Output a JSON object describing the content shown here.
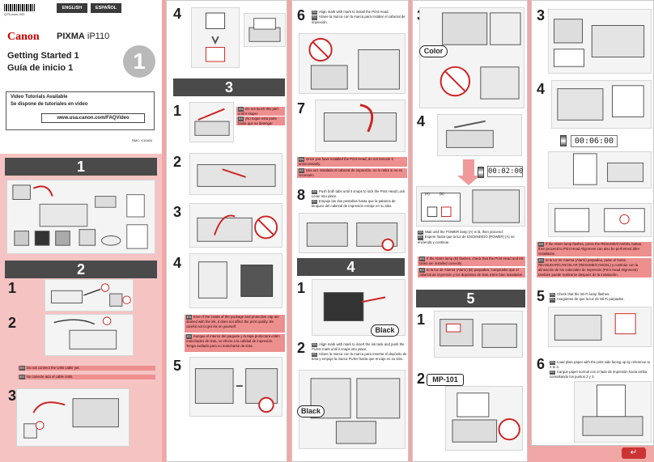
{
  "header": {
    "barcode_text": "QT5-xxxx-V01",
    "lang_en": "ENGLISH",
    "lang_es": "ESPAÑOL",
    "brand": "Canon",
    "product_prefix": "PIXMA",
    "product_model": "iP110",
    "title_en": "Getting Started 1",
    "title_es": "Guía de inicio 1",
    "big_number": "1"
  },
  "video_box": {
    "title_en": "Video Tutorials Available",
    "title_es": "Se dispone de tutoriales en vídeo",
    "url": "www.usa.canon.com/FAQVideo"
  },
  "rmc_code": "RMC: K10404",
  "sections": {
    "s1": "1",
    "s2": "2",
    "s3": "3",
    "s4": "4",
    "s5": "5"
  },
  "steps": {
    "n1": "1",
    "n2": "2",
    "n3": "3",
    "n4": "4",
    "n5": "5",
    "n6": "6",
    "n7": "7",
    "n8": "8"
  },
  "notes": {
    "usb_en": "Do not connect the USB cable yet.",
    "usb_es": "No conecte aún el cable USB.",
    "touch_en": "Do not touch this part until it stops!",
    "touch_es": "¡No toque esta parte hasta que se detenga!",
    "pkg_en": "Even if the inside of the package and protective cap are stained with the ink, it does not affect the print quality. Be careful not to get ink on yourself.",
    "pkg_es": "Aunque el interior del paquete y la tapa protectora estén manchados de tinta, su efecto a la calidad de impresión. Tenga cuidado para no mancharse de tinta.",
    "align_en": "Align mark with mark to install the Print Head.",
    "align_es": "Alinee la marca con la marca para instalar el cabezal de impresión.",
    "installed_en": "Once you have installed the Print Head, do not remove it unnecessarily.",
    "installed_es": "Una vez instalado el cabezal de impresión, no lo retire si no es necesario.",
    "lever_en": "Push both tabs until it snaps to lock the Print Head Lock Lever into place.",
    "lever_es": "Empuje las dos pestañas hasta que la palanca de bloqueo del cabezal de impresión encaje en su sitio.",
    "ink_en": "Align mark with mark to insert the ink tank and push the PUSH mark until it snaps into place.",
    "ink_es": "Alinee la marca con la marca para insertar el depósito de tinta y empuje la marca PUSH hasta que encaje en su sitio.",
    "power_en": "Wait until the POWER lamp (A) is lit, then proceed.",
    "power_es": "Espere hasta que la luz de ENCENDIDO (POWER) (A) se encienda y continúe.",
    "alarm_en": "If the Alarm lamp (B) flashes, check that the Print Head and ink tanks are installed correctly.",
    "alarm_es": "Si la luz de Alarma (Alarm) (B) parpadea, compruebe que el cabezal de impresión y los depósitos de tinta estén bien instalados.",
    "resume_en": "If the Alarm lamp flashes, press the RESUME/CANCEL button, then proceed to Print Head Alignment can also be performed after installation.",
    "resume_es": "Si la luz de Alarma (Alarm) parpadea, pulse el botón REANUDAR/CANCELAR (RESUME/CANCEL) y continúe con la alineación de los cabezales de impresión (Print Head Alignment) también puede realizarse después de la instalación.",
    "wifi_en": "Check that the Wi-Fi lamp flashes.",
    "wifi_es": "Asegúrese de que la luz de Wi-Fi parpadee.",
    "paper_en": "Load plain paper with the print side facing up by reference to 2 to 3.",
    "paper_es": "Cargue papel normal con el lado de impresión hacia arriba consultando los puntos 2 y 3."
  },
  "labels": {
    "color": "Color",
    "black": "Black",
    "black2": "Black",
    "mp101": "MP-101",
    "timer1": "00:02:00",
    "timer2": "00:06:00",
    "en": "EN",
    "es": "ES",
    "lamp_a": "(A)",
    "lamp_b": "(B)"
  },
  "colors": {
    "pink_background": "#f2a7a7",
    "section_bar": "#4a4a4a",
    "note_highlight": "#ed8f8f",
    "canon_red": "#cc0000"
  }
}
